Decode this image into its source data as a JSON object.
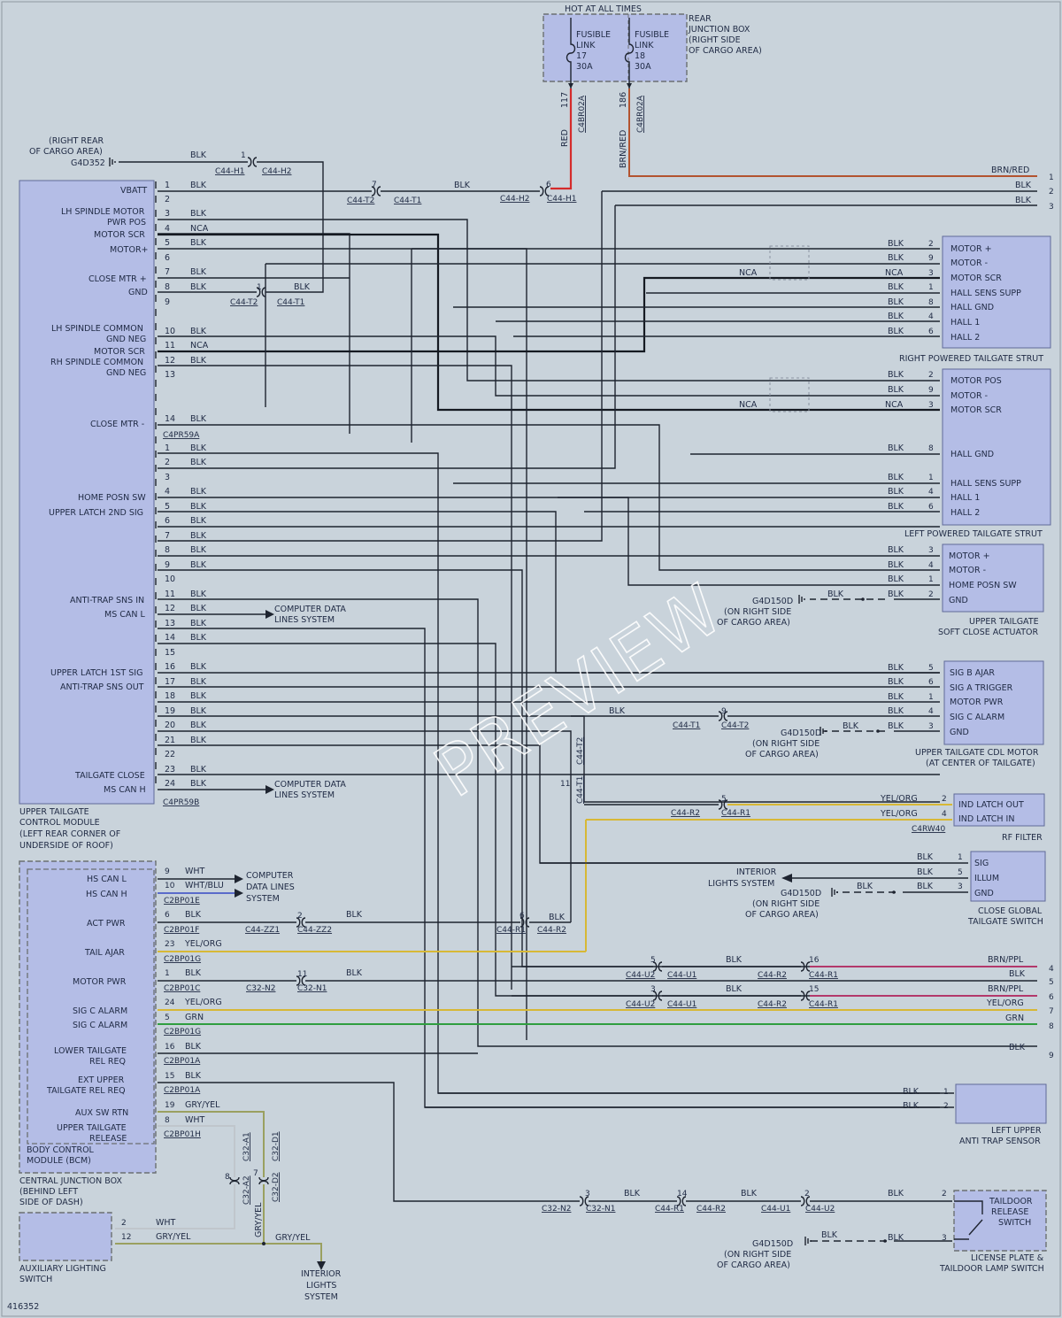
{
  "power": {
    "hot_label": "HOT AT ALL TIMES",
    "rjb_label": [
      "REAR",
      "JUNCTION BOX",
      "(RIGHT SIDE",
      "OF CARGO AREA)"
    ],
    "fusible17": [
      "FUSIBLE",
      "LINK",
      "17",
      "30A"
    ],
    "fusible18": [
      "FUSIBLE",
      "LINK",
      "18",
      "30A"
    ],
    "circuit117": "117",
    "circuit186": "186",
    "c4br02a": "C4BR02A",
    "red": "RED",
    "brnred": "BRN/RED"
  },
  "ground_top": {
    "label": [
      "(RIGHT REAR",
      "OF CARGO AREA)"
    ],
    "id": "G4D352"
  },
  "utcm": {
    "labels": {
      "vbatt": "VBATT",
      "lh_spindle": "LH SPINDLE MOTOR",
      "pwr_pos": "PWR POS",
      "motor_scr": "MOTOR SCR",
      "motor_plus": "MOTOR+",
      "close_mtr_plus": "CLOSE MTR +",
      "gnd": "GND",
      "lh_common": "LH SPINDLE COMMON",
      "gnd_neg": "GND NEG",
      "motor_scr2": "MOTOR SCR",
      "rh_common": "RH SPINDLE COMMON",
      "gnd_neg2": "GND NEG",
      "close_mtr_minus": "CLOSE MTR -",
      "home_posn": "HOME POSN SW",
      "upper_latch2": "UPPER LATCH 2ND SIG",
      "anti_trap_in": "ANTI-TRAP SNS IN",
      "ms_can_l": "MS CAN L",
      "upper_latch1": "UPPER LATCH 1ST SIG",
      "anti_trap_out": "ANTI-TRAP SNS OUT",
      "tailgate_close": "TAILGATE CLOSE",
      "ms_can_h": "MS CAN H"
    },
    "c4pr59a": "C4PR59A",
    "c4pr59b": "C4PR59B",
    "name": [
      "UPPER TAILGATE",
      "CONTROL MODULE",
      "(LEFT REAR CORNER OF",
      "UNDERSIDE OF ROOF)"
    ]
  },
  "wires": {
    "blk": "BLK",
    "nca": "NCA",
    "wht": "WHT",
    "whtblu": "WHT/BLU",
    "yelorg": "YEL/ORG",
    "grn": "GRN",
    "gryyel": "GRY/YEL",
    "brnppl": "BRN/PPL"
  },
  "conn": {
    "c44h1": "C44-H1",
    "c44h2": "C44-H2",
    "c44t2": "C44-T2",
    "c44t1": "C44-T1",
    "c44r2": "C44-R2",
    "c44r1": "C44-R1",
    "c44zz1": "C44-ZZ1",
    "c44zz2": "C44-ZZ2",
    "c32n2": "C32-N2",
    "c32n1": "C32-N1",
    "c44u2": "C44-U2",
    "c44u1": "C44-U1",
    "c32a1": "C32-A1",
    "c32a2": "C32-A2",
    "c32d1": "C32-D1",
    "c32d2": "C32-D2",
    "c4rw40": "C4RW40",
    "c2bp01e": "C2BP01E",
    "c2bp01f": "C2BP01F",
    "c2bp01g": "C2BP01G",
    "c2bp01c": "C2BP01C",
    "c2bp01a": "C2BP01A",
    "c2bp01h": "C2BP01H"
  },
  "computer_data": [
    "COMPUTER DATA",
    "LINES SYSTEM"
  ],
  "computer_data2": [
    "COMPUTER",
    "DATA LINES",
    "SYSTEM"
  ],
  "right_strut": {
    "pins": [
      "MOTOR +",
      "MOTOR -",
      "MOTOR SCR",
      "HALL SENS SUPP",
      "HALL GND",
      "HALL 1",
      "HALL 2"
    ],
    "name": "RIGHT POWERED TAILGATE STRUT"
  },
  "left_strut": {
    "pins": [
      "MOTOR POS",
      "MOTOR -",
      "MOTOR SCR",
      "HALL GND",
      "HALL SENS SUPP",
      "HALL 1",
      "HALL 2"
    ],
    "name": "LEFT POWERED TAILGATE STRUT"
  },
  "soft_close": {
    "pins": [
      "MOTOR +",
      "MOTOR -",
      "HOME POSN SW",
      "GND"
    ],
    "name": [
      "UPPER TAILGATE",
      "SOFT CLOSE ACTUATOR"
    ]
  },
  "ground_150": {
    "id": "G4D150D",
    "label": [
      "(ON RIGHT SIDE",
      "OF CARGO AREA)"
    ]
  },
  "cdl": {
    "pins": [
      "SIG B AJAR",
      "SIG A TRIGGER",
      "MOTOR PWR",
      "SIG C ALARM",
      "GND"
    ],
    "name": [
      "UPPER TAILGATE CDL MOTOR",
      "(AT CENTER OF TAILGATE)"
    ]
  },
  "rf": {
    "pins": [
      "IND LATCH OUT",
      "IND LATCH IN"
    ],
    "name": "RF FILTER"
  },
  "global_sw": {
    "pins": [
      "SIG",
      "ILLUM",
      "GND"
    ],
    "name": [
      "CLOSE GLOBAL",
      "TAILGATE SWITCH"
    ]
  },
  "interior": [
    "INTERIOR",
    "LIGHTS SYSTEM"
  ],
  "interior2": [
    "INTERIOR",
    "LIGHTS",
    "SYSTEM"
  ],
  "bcm": {
    "labels": [
      "HS CAN L",
      "HS CAN H",
      "ACT PWR",
      "TAIL AJAR",
      "MOTOR PWR",
      "SIG C ALARM",
      "SIG C ALARM",
      "LOWER TAILGATE",
      "REL REQ",
      "EXT UPPER",
      "TAILGATE REL REQ",
      "AUX SW RTN",
      "UPPER TAILGATE",
      "RELEASE"
    ],
    "name": [
      "BODY CONTROL",
      "MODULE (BCM)"
    ],
    "cjb": [
      "CENTRAL JUNCTION BOX",
      "(BEHIND LEFT",
      "SIDE OF DASH)"
    ]
  },
  "anti_trap": {
    "name": [
      "LEFT UPPER",
      "ANTI TRAP SENSOR"
    ]
  },
  "taildoor": {
    "inner": [
      "TAILDOOR",
      "RELEASE",
      "SWITCH"
    ],
    "name": [
      "LICENSE PLATE &",
      "TAILDOOR LAMP SWITCH"
    ]
  },
  "aux": {
    "name": [
      "AUXILIARY LIGHTING",
      "SWITCH"
    ]
  },
  "right_edge": [
    "1",
    "2",
    "3",
    "4",
    "5",
    "6",
    "7",
    "8",
    "9"
  ],
  "figure_id": "416352",
  "watermark": "PREVIEW"
}
